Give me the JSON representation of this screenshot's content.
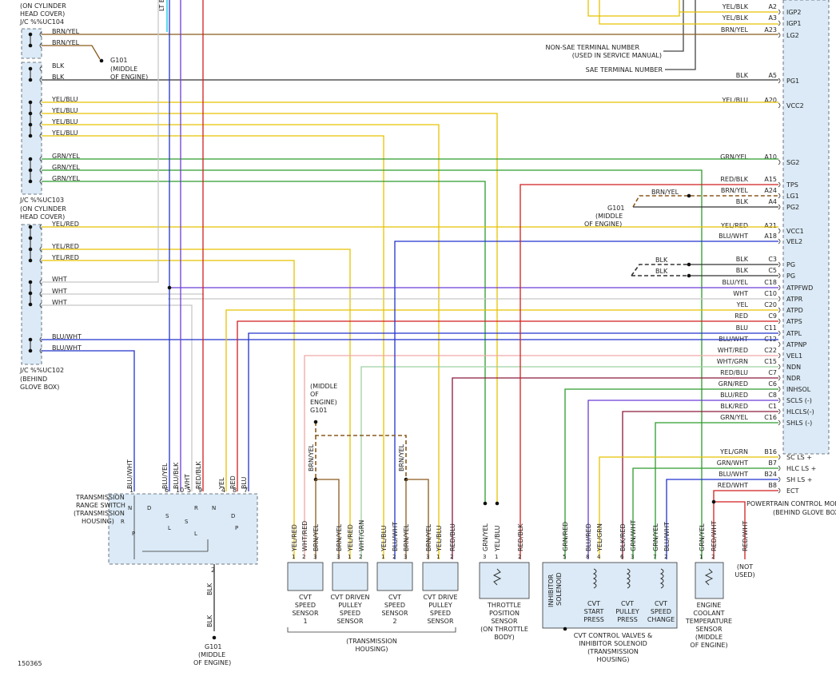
{
  "diagram_id": "150365",
  "colors": {
    "YEL": "#e6c200",
    "GRN": "#2e9c2e",
    "BLU": "#2233cc",
    "RED": "#d11f1f",
    "WHT": "#c8c8c8",
    "BLK": "#333333",
    "BRN": "#8a5a1e",
    "LTGRN": "#9ed0a0",
    "PINK": "#f0a8a8",
    "MAROON": "#8b1a3a",
    "PURPLE": "#6a3dd6",
    "CYAN": "#00c4e0"
  },
  "pcm": {
    "title": "POWERTRAIN CONTROL MODULE",
    "location": "(BEHIND GLOVE BOX)",
    "notes": {
      "nonsae": "NON-SAE TERMINAL NUMBER",
      "nonsae2": "(USED IN SERVICE MANUAL)",
      "sae": "SAE TERMINAL NUMBER"
    },
    "pins": [
      {
        "wire": "YEL/BLK",
        "pin": "A2",
        "name": "IGP2"
      },
      {
        "wire": "YEL/BLK",
        "pin": "A3",
        "name": "IGP1"
      },
      {
        "wire": "BRN/YEL",
        "pin": "A23",
        "name": "LG2"
      },
      {
        "wire": "BLK",
        "pin": "A5",
        "name": "PG1"
      },
      {
        "wire": "YEL/BLU",
        "pin": "A20",
        "name": "VCC2"
      },
      {
        "wire": "GRN/YEL",
        "pin": "A10",
        "name": "SG2"
      },
      {
        "wire": "RED/BLK",
        "pin": "A15",
        "name": "TPS"
      },
      {
        "wire": "BRN/YEL",
        "pin": "A24",
        "name": "LG1"
      },
      {
        "wire": "BLK",
        "pin": "A4",
        "name": "PG2"
      },
      {
        "wire": "YEL/RED",
        "pin": "A21",
        "name": "VCC1"
      },
      {
        "wire": "BLU/WHT",
        "pin": "A18",
        "name": "VEL2"
      },
      {
        "wire": "BLK",
        "pin": "C3",
        "name": "PG"
      },
      {
        "wire": "BLK",
        "pin": "C5",
        "name": "PG"
      },
      {
        "wire": "BLU/YEL",
        "pin": "C18",
        "name": "ATPFWD"
      },
      {
        "wire": "WHT",
        "pin": "C10",
        "name": "ATPR"
      },
      {
        "wire": "YEL",
        "pin": "C20",
        "name": "ATPD"
      },
      {
        "wire": "RED",
        "pin": "C9",
        "name": "ATPS"
      },
      {
        "wire": "BLU",
        "pin": "C11",
        "name": "ATPL"
      },
      {
        "wire": "BLU/WHT",
        "pin": "C12",
        "name": "ATPNP"
      },
      {
        "wire": "WHT/RED",
        "pin": "C22",
        "name": "VEL1"
      },
      {
        "wire": "WHT/GRN",
        "pin": "C15",
        "name": "NDN"
      },
      {
        "wire": "RED/BLU",
        "pin": "C7",
        "name": "NDR"
      },
      {
        "wire": "GRN/RED",
        "pin": "C6",
        "name": "INHSOL"
      },
      {
        "wire": "BLU/RED",
        "pin": "C8",
        "name": "SCLS (-)"
      },
      {
        "wire": "BLK/RED",
        "pin": "C1",
        "name": "HLCLS(-)"
      },
      {
        "wire": "GRN/YEL",
        "pin": "C16",
        "name": "SHLS (-)"
      },
      {
        "wire": "YEL/GRN",
        "pin": "B16",
        "name": "SC LS +"
      },
      {
        "wire": "GRN/WHT",
        "pin": "B7",
        "name": "HLC LS +"
      },
      {
        "wire": "BLU/WHT",
        "pin": "B24",
        "name": "SH LS +"
      },
      {
        "wire": "RED/WHT",
        "pin": "B8",
        "name": "ECT"
      }
    ]
  },
  "jc": {
    "c104_top": "(ON CYLINDER",
    "c104_top2": "HEAD COVER)",
    "c104": "J/C %%UC104",
    "c103": "J/C %%UC103",
    "c103b": "(ON CYLINDER",
    "c103c": "HEAD COVER)",
    "c102": "J/C %%UC102",
    "c102b": "(BEHIND",
    "c102c": "GLOVE BOX)",
    "left_wires": [
      "BRN/YEL",
      "BRN/YEL",
      "BLK",
      "BLK",
      "YEL/BLU",
      "YEL/BLU",
      "YEL/BLU",
      "YEL/BLU",
      "GRN/YEL",
      "GRN/YEL",
      "GRN/YEL",
      "YEL/RED",
      "YEL/RED",
      "YEL/RED",
      "WHT",
      "WHT",
      "WHT",
      "BLU/WHT",
      "BLU/WHT"
    ]
  },
  "grounds": {
    "g101": "G101",
    "mid": "(MIDDLE",
    "mid2": "OF ENGINE)",
    "not": "(NOT",
    "not2": "USED)",
    "blk": "BLK",
    "brnyel": "BRN/YEL",
    "ltb": "LT B"
  },
  "trs": {
    "title1": "TRANSMISSION",
    "title2": "RANGE SWITCH",
    "title3": "(TRANSMISSION",
    "title4": "HOUSING)",
    "wires": [
      "BLU/WHT",
      "BLU/YEL",
      "BLU/BLK",
      "WHT",
      "RED/BLK",
      "YEL",
      "RED",
      "BLU"
    ],
    "pins": [
      "1",
      "6",
      "10",
      "5",
      "9",
      "4",
      "8",
      "7"
    ],
    "gears": [
      "N",
      "D",
      "S",
      "R",
      "L",
      "P",
      "R",
      "N",
      "D",
      "S",
      "P",
      "L"
    ],
    "bottom_pin": "2"
  },
  "sensors": [
    {
      "name": [
        "CVT",
        "SPEED",
        "SENSOR",
        "1"
      ],
      "wires": [
        "YEL/RED",
        "WHT/RED",
        "BRN/YEL"
      ],
      "pins": [
        "1",
        "2",
        "3"
      ]
    },
    {
      "name": [
        "CVT DRIVEN",
        "PULLEY",
        "SPEED",
        "SENSOR"
      ],
      "wires": [
        "BRN/YEL",
        "YEL/RED",
        "WHT/GRN"
      ],
      "pins": [
        "3",
        "1",
        "2"
      ]
    },
    {
      "name": [
        "CVT",
        "SPEED",
        "SENSOR",
        "2"
      ],
      "wires": [
        "YEL/BLU",
        "BLU/WHT",
        "BRN/YEL"
      ],
      "pins": [
        "1",
        "2",
        "3"
      ]
    },
    {
      "name": [
        "CVT DRIVE",
        "PULLEY",
        "SPEED",
        "SENSOR"
      ],
      "wires": [
        "BRN/YEL",
        "YEL/BLU",
        "RED/BLU"
      ],
      "pins": [
        "3",
        "1",
        "2"
      ]
    }
  ],
  "trans_housing": [
    "(TRANSMISSION",
    "HOUSING)"
  ],
  "tps": {
    "name": [
      "THROTTLE",
      "POSITION",
      "SENSOR",
      "(ON THROTTLE",
      "BODY)"
    ],
    "wires": [
      "GRN/YEL",
      "YEL/BLU",
      "RED/BLK"
    ],
    "pins": [
      "3",
      "1",
      "2"
    ]
  },
  "valves": {
    "inhibitor": [
      "INHIBITOR",
      "SOLENOID"
    ],
    "items": [
      [
        "CVT",
        "START",
        "PRESS"
      ],
      [
        "CVT",
        "PULLEY",
        "PRESS"
      ],
      [
        "CVT",
        "SPEED",
        "CHANGE"
      ]
    ],
    "wires": [
      "GRN/RED",
      "BLU/RED",
      "YEL/GRN",
      "BLK/RED",
      "GRN/WHT",
      "GRN/YEL",
      "BLU/WHT"
    ],
    "pins": [
      "5",
      "8",
      "4",
      "6",
      "3",
      "7",
      "2"
    ],
    "footer": [
      "CVT CONTROL VALVES &",
      "INHIBITOR SOLENOID",
      "(TRANSMISSION",
      "HOUSING)"
    ]
  },
  "ect": {
    "name": [
      "ENGINE",
      "COOLANT",
      "TEMPERATURE",
      "SENSOR",
      "(MIDDLE",
      "OF ENGINE)"
    ],
    "wires": [
      "GRN/YEL",
      "RED/WHT",
      "RED/WHT"
    ],
    "pins": [
      "1",
      "2"
    ]
  },
  "mid_g101": [
    "(MIDDLE",
    "OF",
    "ENGINE)",
    "G101"
  ]
}
